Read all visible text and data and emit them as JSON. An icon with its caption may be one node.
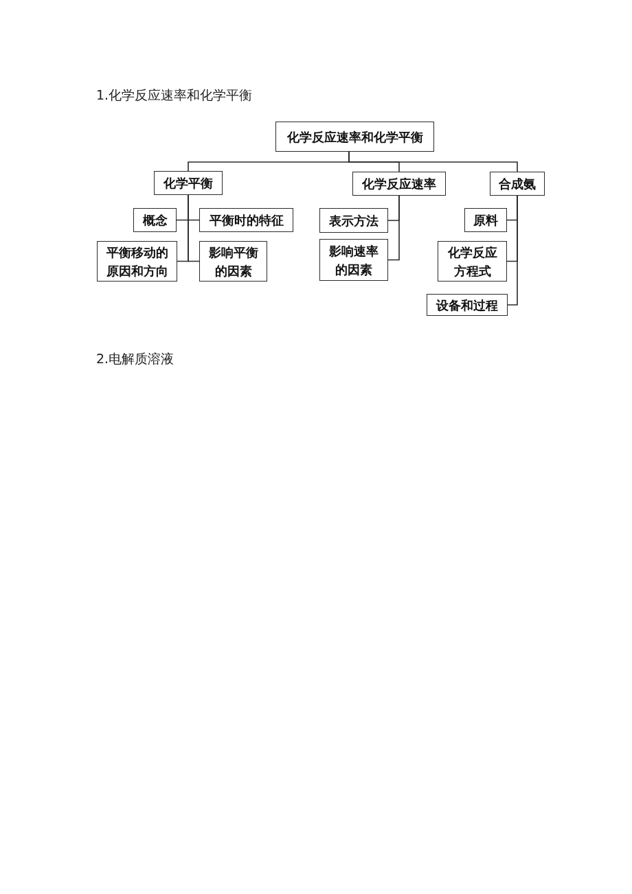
{
  "diagram": {
    "title": "1.化学反应速率和化学平衡",
    "nodes": [
      {
        "text": [
          "化学反应速率和化学平衡"
        ]
      },
      {
        "text": [
          "化学平衡"
        ]
      },
      {
        "text": [
          "化学反应速率"
        ]
      },
      {
        "text": [
          "合成氨"
        ]
      },
      {
        "text": [
          "概念"
        ]
      },
      {
        "text": [
          "平衡时的特征"
        ]
      },
      {
        "text": [
          "平衡移动的原因和方向"
        ]
      },
      {
        "text": [
          "影响平衡的因素"
        ]
      },
      {
        "text": [
          "表示方法"
        ]
      },
      {
        "text": [
          "影响速率的因素"
        ]
      },
      {
        "text": [
          "原料"
        ]
      },
      {
        "text": [
          "化学反应方程式"
        ]
      },
      {
        "text": [
          "设备和过程"
        ]
      }
    ],
    "edges": [
      {
        "from": 0,
        "to": 1,
        "arrow": "none"
      },
      {
        "from": 0,
        "to": 2,
        "arrow": "none"
      },
      {
        "from": 0,
        "to": 3,
        "arrow": "none"
      },
      {
        "from": 1,
        "to": 4,
        "arrow": "none"
      },
      {
        "from": 1,
        "to": 5,
        "arrow": "none"
      },
      {
        "from": 1,
        "to": 6,
        "arrow": "none"
      },
      {
        "from": 1,
        "to": 7,
        "arrow": "none"
      },
      {
        "from": 2,
        "to": 8,
        "arrow": "none"
      },
      {
        "from": 2,
        "to": 9,
        "arrow": "none"
      },
      {
        "from": 3,
        "to": 10,
        "arrow": "none"
      },
      {
        "from": 3,
        "to": 11,
        "arrow": "none"
      },
      {
        "from": 3,
        "to": 12,
        "arrow": "none"
      }
    ],
    "labels": [
      "2.电解质溶液"
    ]
  }
}
